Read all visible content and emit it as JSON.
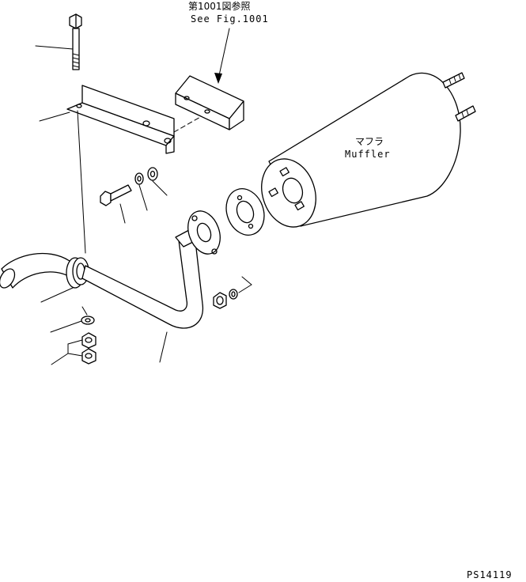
{
  "reference_note": {
    "line1": "第1001図参照",
    "line2": "See Fig.1001"
  },
  "muffler_label": {
    "jp": "マフラ",
    "en": "Muffler"
  },
  "drawing_code": "PS14119"
}
